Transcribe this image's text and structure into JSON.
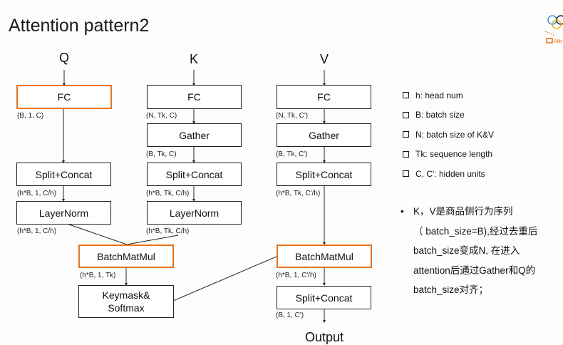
{
  "title": "Attention pattern2",
  "inputs": {
    "q": "Q",
    "k": "K",
    "v": "V"
  },
  "output": "Output",
  "q_branch": {
    "fc": "FC",
    "fc_dim": "(B, 1, C)",
    "split": "Split+Concat",
    "split_dim": "(h*B, 1, C/h)",
    "norm": "LayerNorm",
    "norm_dim": "(h*B, 1, C/h)"
  },
  "k_branch": {
    "fc": "FC",
    "fc_dim": "(N, Tk, C)",
    "gather": "Gather",
    "gather_dim": "(B, Tk, C)",
    "split": "Split+Concat",
    "split_dim": "(h*B, Tk, C/h)",
    "norm": "LayerNorm",
    "norm_dim": "(h*B, Tk, C/h)"
  },
  "v_branch": {
    "fc": "FC",
    "fc_dim": "(N, Tk, C')",
    "gather": "Gather",
    "gather_dim": "(B, Tk, C')",
    "split": "Split+Concat",
    "split_dim": "(h*B, Tk, C'/h)"
  },
  "attn": {
    "matmul1": "BatchMatMul",
    "matmul1_dim": "(h*B, 1, Tk)",
    "softmax_line1": "Keymask&",
    "softmax_line2": "Softmax",
    "matmul2": "BatchMatMul",
    "matmul2_dim": "(h*B, 1, C'/h)",
    "split": "Split+Concat",
    "split_dim": "(B, 1, C')"
  },
  "legend": [
    "h: head num",
    "B: batch size",
    "N: batch size of K&V",
    "Tk: sequence length",
    "C, C': hidden units"
  ],
  "note": {
    "bullet": "•",
    "lines": [
      "K，V是商品侧行为序列",
      "（ batch_size=B),经过去重后",
      "batch_size变成N, 在进入",
      "attention后通过Gather和Q的",
      "batch_size对齐；"
    ]
  },
  "colors": {
    "highlight": "#e8731c",
    "line": "#222222"
  }
}
